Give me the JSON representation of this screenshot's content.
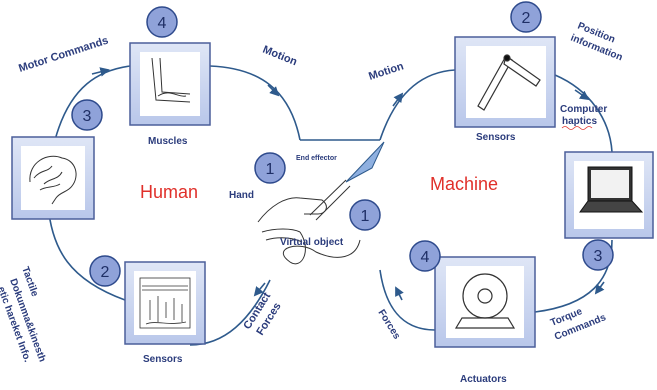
{
  "sides": {
    "human": "Human",
    "machine": "Machine"
  },
  "human_loop": {
    "motor_commands": "Motor Commands",
    "motion": "Motion",
    "muscles": "Muscles",
    "sensors": "Sensors",
    "contact_forces_line1": "Contact",
    "contact_forces_line2": "Forces",
    "tactile_line1": "Tactile",
    "tactile_line2": "Dokunma&kinesth",
    "tactile_line3": "etic hareket Info."
  },
  "machine_loop": {
    "motion": "Motion",
    "position_line1": "Position",
    "position_line2": "information",
    "sensors": "Sensors",
    "computer_line1": "Computer",
    "computer_line2": "haptics",
    "torque_line1": "Torque",
    "torque_line2": "Commands",
    "actuators": "Actuators",
    "forces": "Forces"
  },
  "center": {
    "end_effector": "End effector",
    "hand": "Hand",
    "virtual_object": "Virtual object"
  },
  "badges": {
    "muscles": "4",
    "brain": "3",
    "human_sensors": "2",
    "machine_sensors": "2",
    "computer": "3",
    "actuators": "4",
    "hand": "1",
    "virtual_object": "1"
  },
  "colors": {
    "line": "#2e5a8c",
    "box_border": "#6a7fb8",
    "badge_fill": "#8fa2d9",
    "badge_stroke": "#2e4a8c",
    "label": "#2b3c7c",
    "accent": "#e0302a"
  }
}
